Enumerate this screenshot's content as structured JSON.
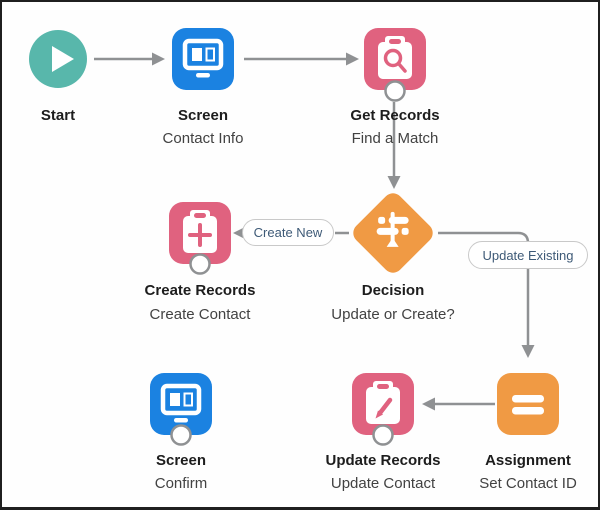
{
  "nodes": {
    "start": {
      "title": "Start"
    },
    "screen_contact": {
      "title": "Screen",
      "subtitle": "Contact Info"
    },
    "get_records": {
      "title": "Get Records",
      "subtitle": "Find a Match"
    },
    "decision": {
      "title": "Decision",
      "subtitle": "Update or Create?"
    },
    "create_records": {
      "title": "Create Records",
      "subtitle": "Create Contact"
    },
    "assignment": {
      "title": "Assignment",
      "subtitle": "Set Contact ID"
    },
    "update_records": {
      "title": "Update Records",
      "subtitle": "Update Contact"
    },
    "screen_confirm": {
      "title": "Screen",
      "subtitle": "Confirm"
    }
  },
  "branches": {
    "create_new": "Create New",
    "update_existing": "Update Existing"
  },
  "colors": {
    "start_teal": "#58b7ab",
    "screen_blue": "#1b82e1",
    "data_pink": "#e0627f",
    "logic_orange": "#f09a44",
    "connector_gray": "#8f9193",
    "branch_label_text": "#3e5a77"
  }
}
